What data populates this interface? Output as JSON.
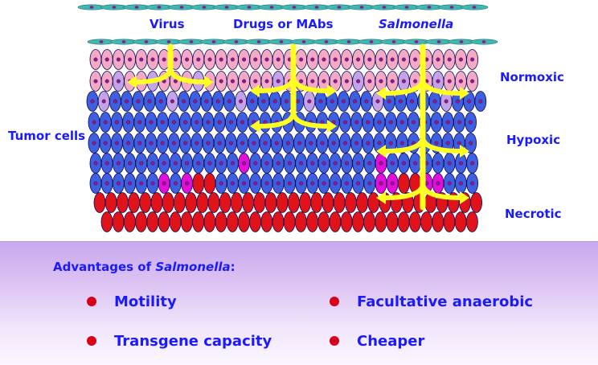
{
  "top_labels": {
    "virus": "Virus",
    "drugs": "Drugs or MAbs",
    "salmonella": "Salmonella"
  },
  "zones": {
    "normoxic": "Normoxic",
    "hypoxic": "Hypoxic",
    "necrotic": "Necrotic"
  },
  "side_label": "Tumor cells",
  "advantages": {
    "title_prefix": "Advantages of ",
    "title_italic": "Salmonella",
    "title_suffix": ":",
    "items": [
      "Motility",
      "Transgene capacity",
      "Facultative anaerobic",
      "Cheaper"
    ]
  },
  "colors": {
    "normoxic_cell": "#f4a9c6",
    "lavender_cell": "#c4a3e8",
    "hypoxic_cell": "#3d5fe0",
    "magenta_cell": "#e10fd8",
    "necrotic_cell": "#e1131a",
    "vessel_cell": "#40b7b3",
    "nucleus": "#8b1a8a",
    "arrow": "#ffff22",
    "label": "#1a1aff",
    "bullet": "#d80018"
  }
}
